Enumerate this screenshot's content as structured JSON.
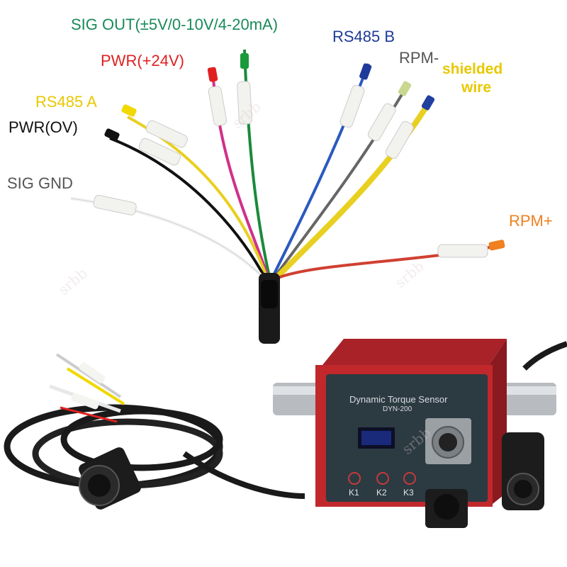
{
  "labels": {
    "sig_out": "SIG OUT(±5V/0-10V/4-20mA)",
    "pwr_24v": "PWR(+24V)",
    "rs485_b": "RS485 B",
    "rpm_minus": "RPM-",
    "shielded_line1": "shielded",
    "shielded_line2": "wire",
    "rs485_a": "RS485 A",
    "pwr_0v": "PWR(OV)",
    "sig_gnd": "SIG GND",
    "rpm_plus": "RPM+"
  },
  "device": {
    "title": "Dynamic Torque Sensor",
    "model": "DYN-200",
    "keys": [
      "K1",
      "K2",
      "K3"
    ]
  },
  "colors": {
    "sig_out": "#1a8a5a",
    "pwr_24v": "#e02020",
    "rs485_b": "#1f3a9a",
    "rpm_minus": "#555555",
    "shielded": "#e8c800",
    "rs485_a": "#e8c800",
    "pwr_0v": "#111111",
    "sig_gnd": "#555555",
    "rpm_plus": "#f08020",
    "device_body": "#c0282c"
  },
  "watermark": "srbb"
}
